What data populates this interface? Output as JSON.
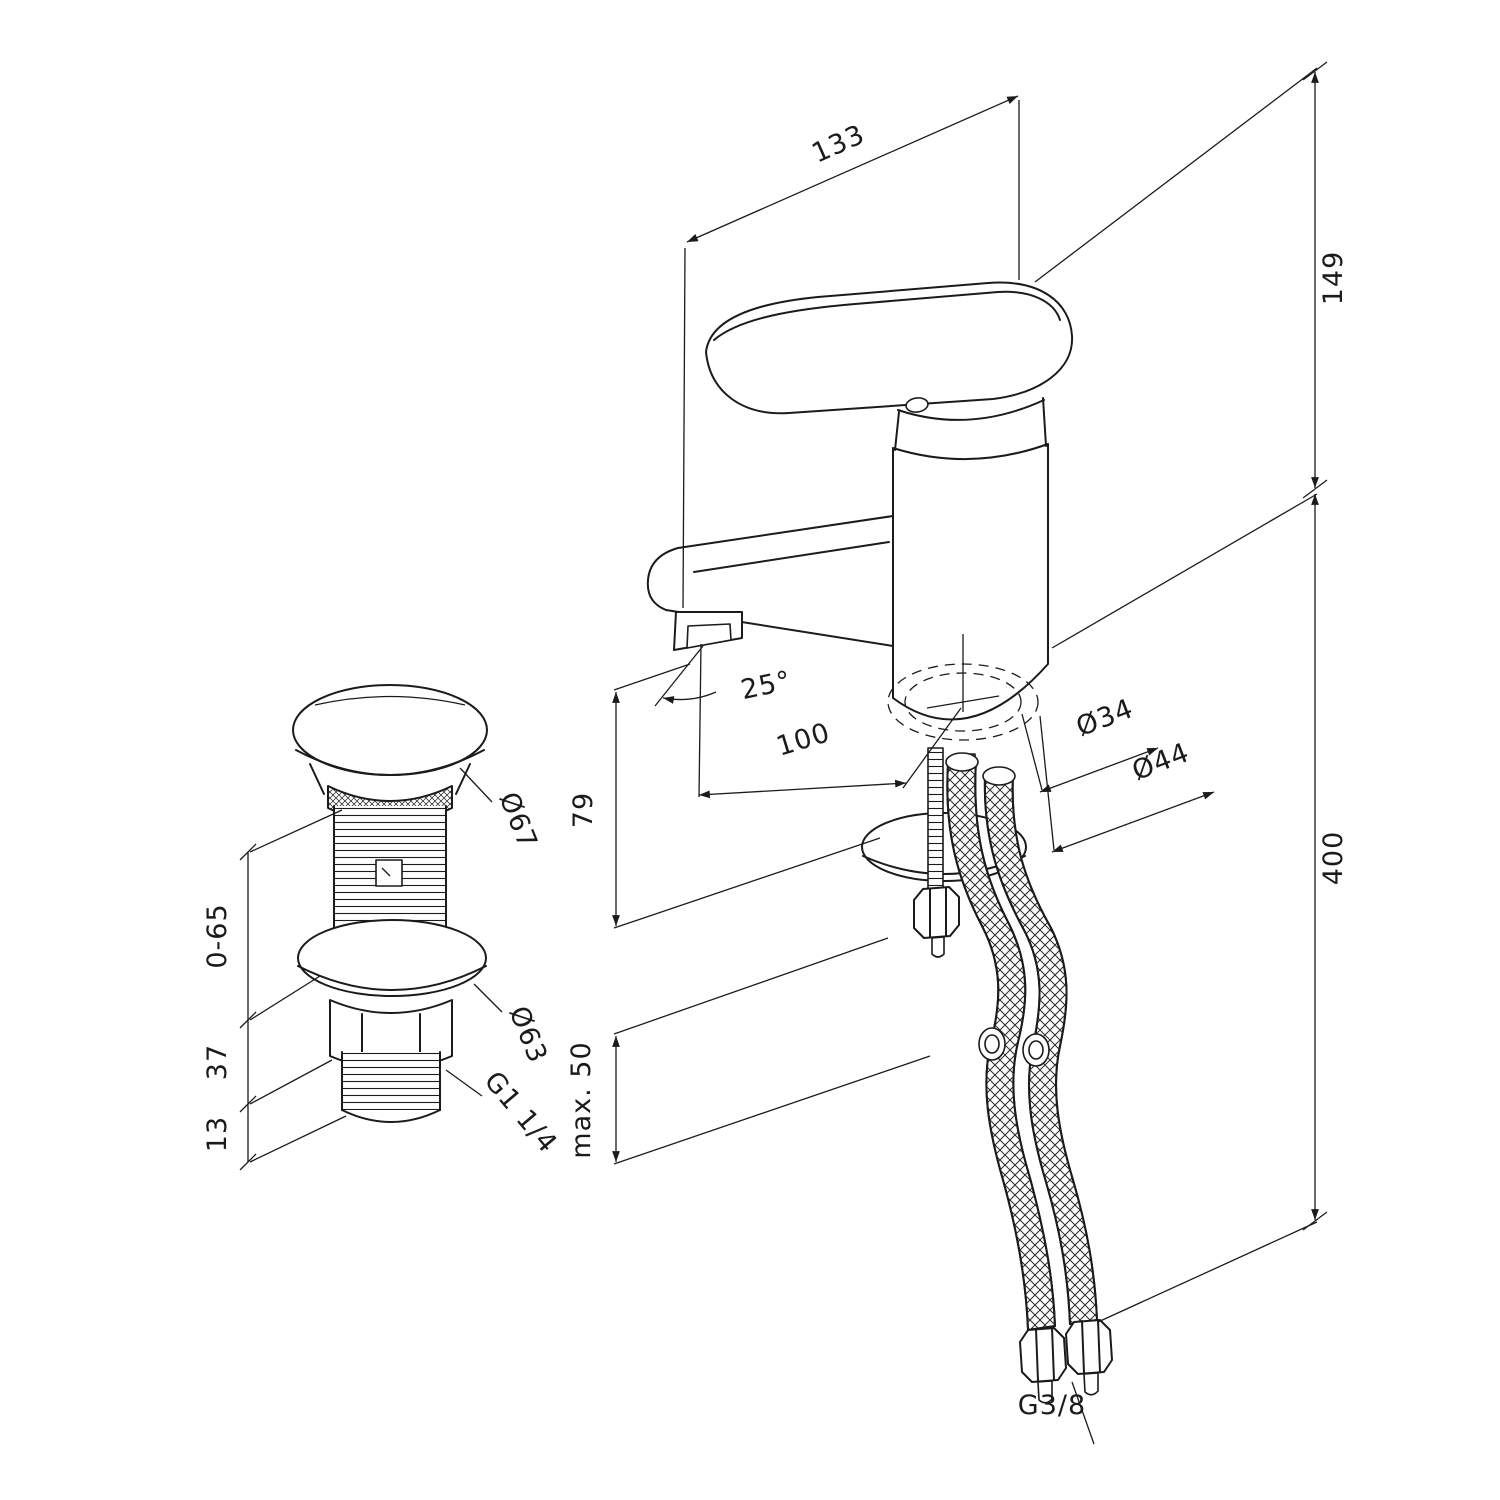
{
  "drawing": {
    "line_color": "#1b1b1b",
    "background": "#ffffff"
  },
  "dimensions": {
    "faucet": {
      "spout_projection": "133",
      "body_height": "149",
      "overall_drop": "400",
      "spout_angle": "25°",
      "spout_center": "100",
      "outlet_clearance": "79",
      "deck_thickness": "max. 50",
      "hole_diameter": "Ø34",
      "base_diameter": "Ø44",
      "hose_thread": "G3/8"
    },
    "drain": {
      "cap_diameter": "Ø67",
      "flange_diameter": "Ø63",
      "outlet_thread": "G1 1/4",
      "height_range": "0-65",
      "thread_length": "37",
      "tail_length": "13"
    }
  }
}
